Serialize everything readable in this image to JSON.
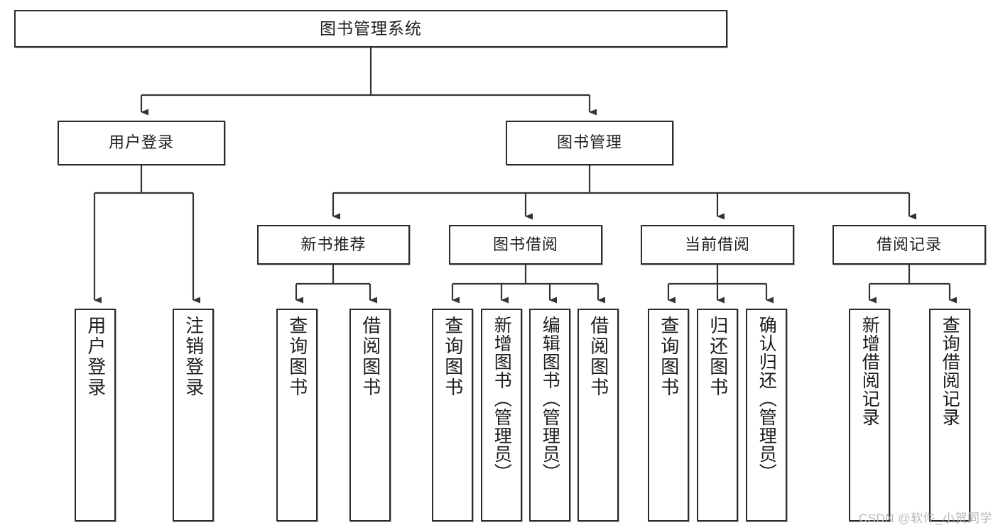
{
  "diagram": {
    "title": "图书管理系统",
    "type": "tree",
    "watermark": "CSDN @软件_小贺同学",
    "colors": {
      "box_border": "#2b2b2b",
      "box_fill": "#ffffff",
      "line": "#333333",
      "text": "#1d1d1d",
      "watermark": "#b9b9b9"
    },
    "nodes": {
      "root": {
        "label": "图书管理系统"
      },
      "level1": [
        {
          "id": "user-login",
          "label": "用户登录"
        },
        {
          "id": "book-manage",
          "label": "图书管理"
        }
      ],
      "level2": [
        {
          "id": "new-book-rec",
          "label": "新书推荐"
        },
        {
          "id": "book-borrow",
          "label": "图书借阅"
        },
        {
          "id": "current-borrow",
          "label": "当前借阅"
        },
        {
          "id": "borrow-record",
          "label": "借阅记录"
        }
      ],
      "leaves": {
        "user-login": [
          {
            "id": "leaf-user-login",
            "label": "用户登录"
          },
          {
            "id": "leaf-logout",
            "label": "注销登录"
          }
        ],
        "new-book-rec": [
          {
            "id": "leaf-query-book-1",
            "label": "查询图书"
          },
          {
            "id": "leaf-borrow-book-1",
            "label": "借阅图书"
          }
        ],
        "book-borrow": [
          {
            "id": "leaf-query-book-2",
            "label": "查询图书"
          },
          {
            "id": "leaf-add-book",
            "label": "新增图书（管理员）"
          },
          {
            "id": "leaf-edit-book",
            "label": "编辑图书（管理员）"
          },
          {
            "id": "leaf-borrow-book-2",
            "label": "借阅图书"
          }
        ],
        "current-borrow": [
          {
            "id": "leaf-query-book-3",
            "label": "查询图书"
          },
          {
            "id": "leaf-return-book",
            "label": "归还图书"
          },
          {
            "id": "leaf-confirm-return",
            "label": "确认归还（管理员）"
          }
        ],
        "borrow-record": [
          {
            "id": "leaf-add-record",
            "label": "新增借阅记录"
          },
          {
            "id": "leaf-query-record",
            "label": "查询借阅记录"
          }
        ]
      }
    }
  }
}
